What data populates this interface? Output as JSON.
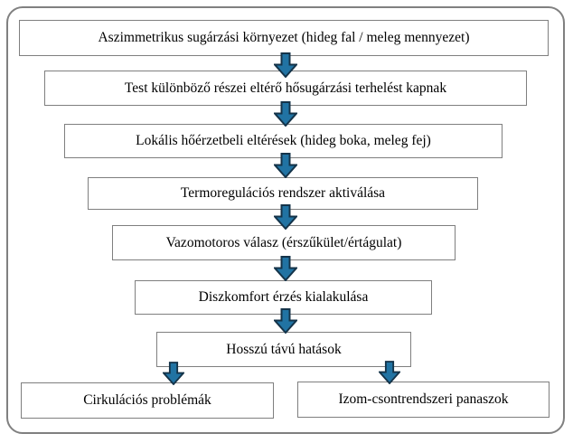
{
  "diagram": {
    "title_hint": "radiant-asymmetry-effect-flowchart",
    "steps": [
      "Aszimmetrikus sugárzási környezet (hideg fal / meleg mennyezet)",
      "Test különböző részei eltérő hősugárzási terhelést kapnak",
      "Lokális hőérzetbeli eltérések (hideg boka, meleg fej)",
      "Termoregulációs rendszer aktiválása",
      "Vazomotoros válasz (érszűkület/értágulat)",
      "Diszkomfort érzés kialakulása",
      "Hosszú távú hatások"
    ],
    "outcomes": [
      "Cirkulációs problémák",
      "Izom-csontrendszeri panaszok"
    ]
  },
  "icons": {
    "connector": "down-arrow"
  },
  "colors": {
    "arrow_fill": "#2173A3",
    "arrow_stroke": "#143349",
    "box_border": "#7F7F7F",
    "frame_border": "#808080",
    "background": "#FFFFFF",
    "text": "#000000"
  }
}
